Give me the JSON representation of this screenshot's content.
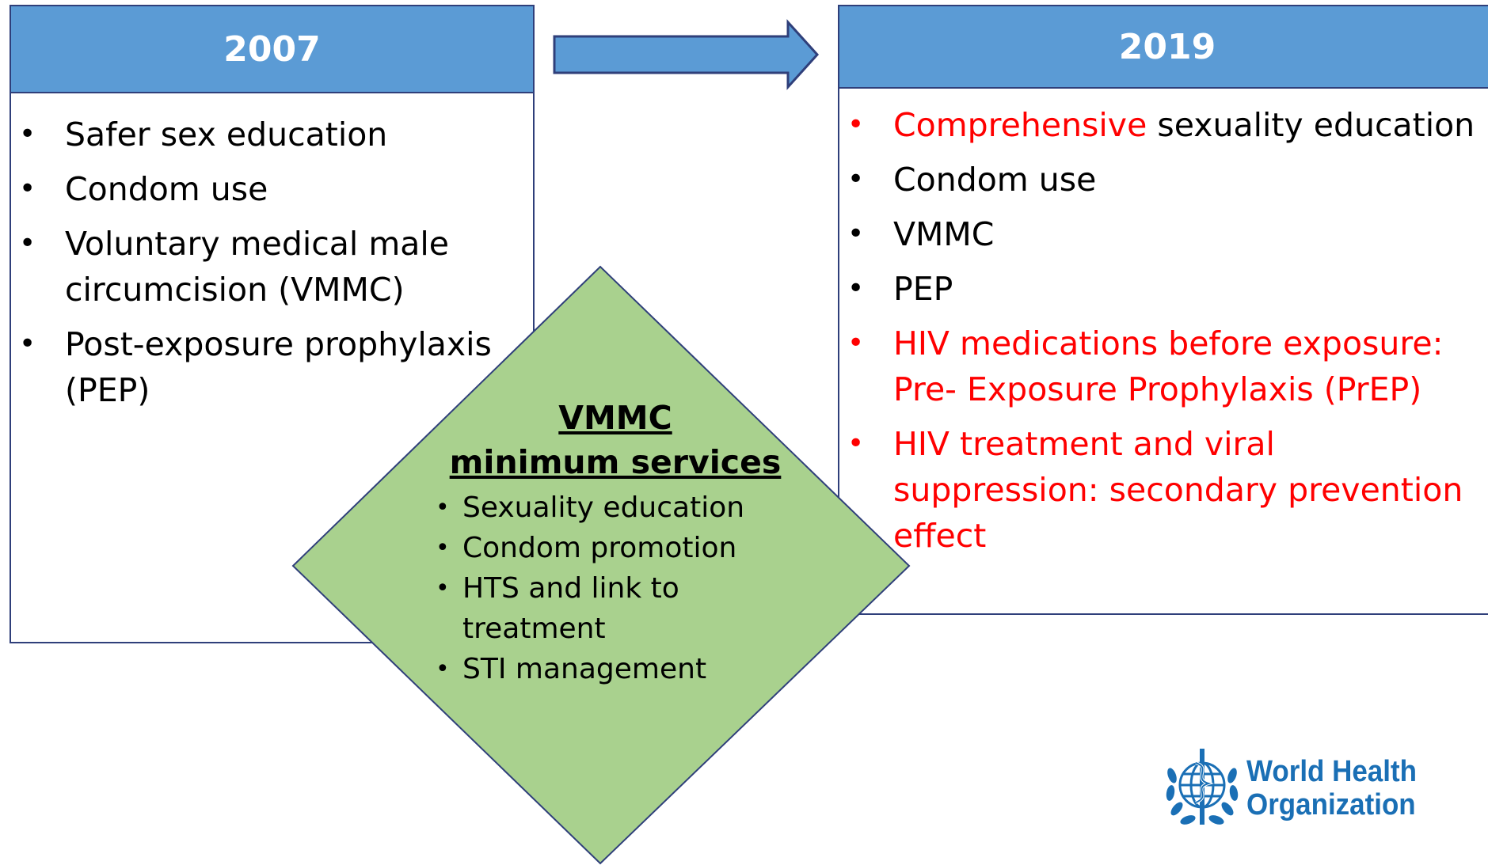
{
  "left_box": {
    "title": "2007",
    "items": [
      {
        "text": "Safer sex education"
      },
      {
        "text": "Condom use"
      },
      {
        "text_line1": "Voluntary medical male",
        "text_line2": "circumcision (VMMC)"
      },
      {
        "text_line1": "Post-exposure prophylaxis",
        "text_line2": "(PEP)"
      }
    ]
  },
  "right_box": {
    "title": "2019",
    "items": [
      {
        "highlight": "Comprehensive",
        "rest": " sexuality education",
        "bullet_color": "#ff0000"
      },
      {
        "text": "Condom use"
      },
      {
        "text": "VMMC"
      },
      {
        "text": "PEP"
      },
      {
        "text_line1": "HIV medications before exposure:",
        "text_line2": "Pre- Exposure Prophylaxis (PrEP)",
        "color": "#ff0000"
      },
      {
        "text_line1": "HIV treatment and viral",
        "text_line2": "suppression: secondary prevention",
        "text_line3": "effect",
        "color": "#ff0000"
      }
    ]
  },
  "diamond": {
    "title_line1": "VMMC",
    "title_line2": "minimum services",
    "items": [
      {
        "text": "Sexuality education"
      },
      {
        "text": "Condom promotion"
      },
      {
        "text_line1": "HTS and link to",
        "text_line2": "treatment"
      },
      {
        "text": "STI management"
      }
    ],
    "fill": "#a9d18e"
  },
  "bullet": "•",
  "logo": {
    "line1": "World Health",
    "line2": "Organization",
    "icon": "who-emblem-icon",
    "color": "#1a6fb5"
  },
  "colors": {
    "header": "#5b9bd5",
    "border": "#2f3f7a",
    "highlight": "#ff0000"
  }
}
